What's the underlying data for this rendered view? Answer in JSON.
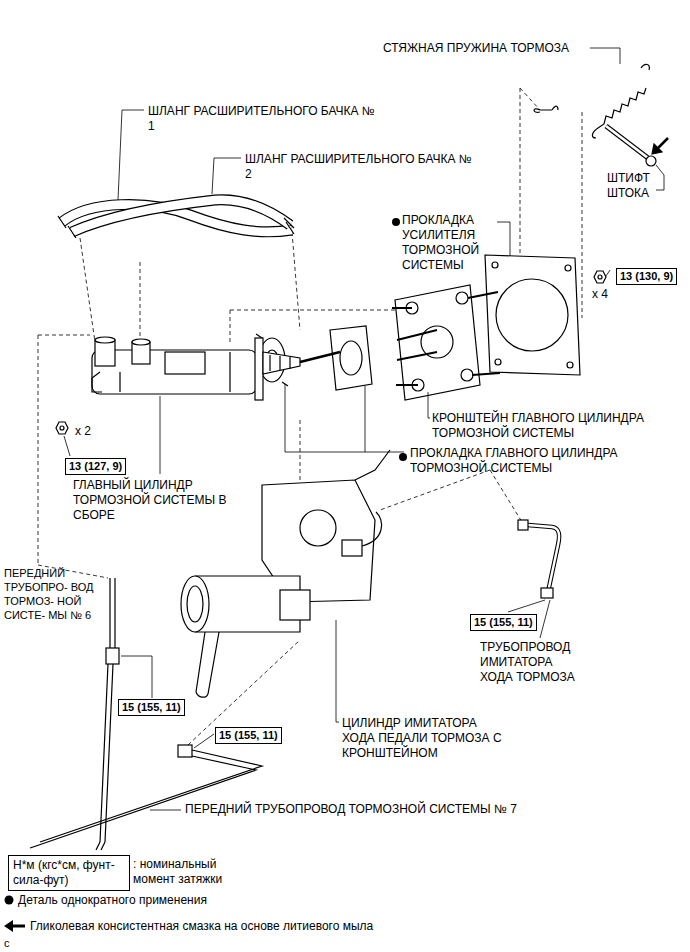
{
  "diagram": {
    "nodes": [
      {
        "text": [
          "13 (130, 9)"
        ]
      },
      {
        "text": [
          "13 (127, 9)"
        ]
      },
      {
        "text": [
          "15 (155, 11)"
        ]
      },
      {
        "text": [
          "15 (155, 11)"
        ]
      },
      {
        "text": [
          "15 (155, 11)"
        ]
      },
      {
        "text": [
          "Н*м (кгс*см, фунт-сила-фут)"
        ]
      }
    ],
    "labels": [
      "СТЯЖНАЯ ПРУЖИНА ТОРМОЗА",
      "ШЛАНГ РАСШИРИТЕЛЬНОГО БАЧКА № 1",
      "ШЛАНГ РАСШИРИТЕЛЬНОГО БАЧКА № 2",
      "ШТИФТ ШТОКА",
      "ПРОКЛАДКА УСИЛИТЕЛЯ ТОРМОЗНОЙ СИСТЕМЫ",
      "x 4",
      "КРОНШТЕЙН ГЛАВНОГО ЦИЛИНДРА ТОРМОЗНОЙ СИСТЕМЫ",
      "x 2",
      "ПРОКЛАДКА ГЛАВНОГО ЦИЛИНДРА ТОРМОЗНОЙ СИСТЕМЫ",
      "ГЛАВНЫЙ ЦИЛИНДР ТОРМОЗНОЙ СИСТЕМЫ В СБОРЕ",
      "ПЕРЕДНИЙ ТРУБОПРО- ВОД ТОРМОЗ- НОЙ СИСТЕ- МЫ № 6",
      "ТРУБОПРОВОД ИМИТАТОРА ХОДА ТОРМОЗА",
      "ЦИЛИНДР ИМИТАТОРА ХОДА ПЕДАЛИ ТОРМОЗА С КРОНШТЕЙНОМ",
      "ПЕРЕДНИЙ ТРУБОПРОВОД ТОРМОЗНОЙ СИСТЕМЫ № 7",
      "c"
    ],
    "legend": [
      {
        "text": ": номинальный момент затяжки"
      },
      {
        "text": "Деталь однократного применения"
      },
      {
        "text": "Гликолевая консистентная смазка на основе литиевого мыла"
      }
    ]
  }
}
